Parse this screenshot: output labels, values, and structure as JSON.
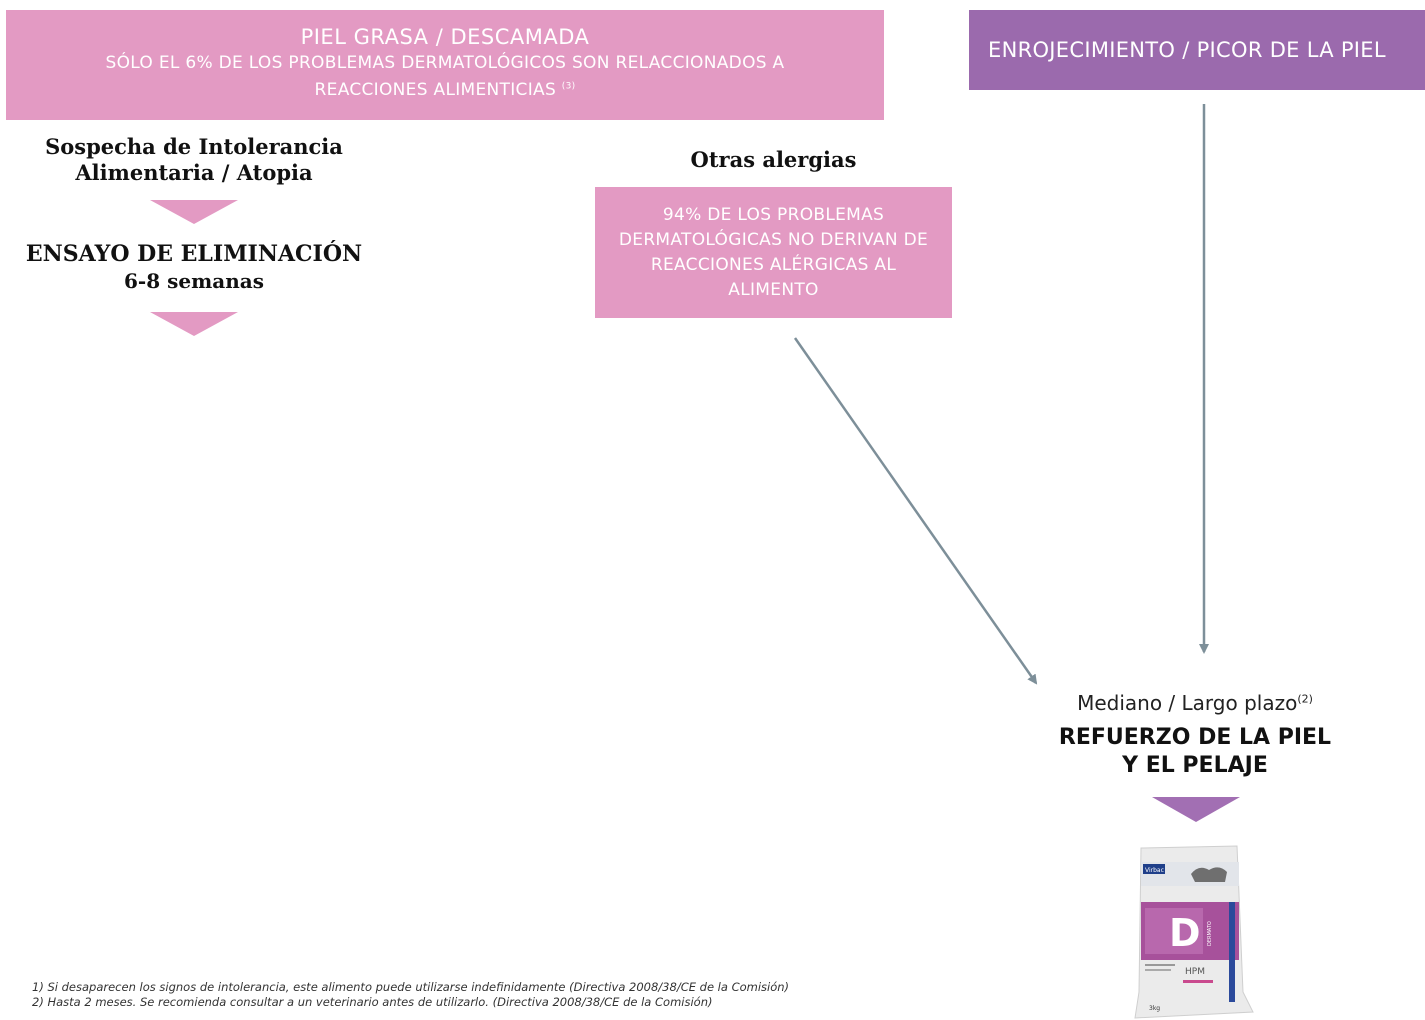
{
  "boxes": {
    "grasa_title": "PIEL GRASA / DESCAMADA",
    "grasa_sub": "SÓLO EL 6% DE LOS PROBLEMAS DERMATOLÓGICOS SON RELACCIONADOS A REACCIONES ALIMENTICIAS",
    "grasa_ref": "(3)",
    "enrojecimiento": "ENROJECIMIENTO / PICOR DE LA PIEL",
    "noventa_cuatro": "94% DE LOS PROBLEMAS DERMATOLÓGICAS NO DERIVAN DE REACCIONES ALÉRGICAS AL ALIMENTO"
  },
  "labels": {
    "sospecha_1": "Sospecha de Intolerancia",
    "sospecha_2": "Alimentaria / Atopia",
    "ensayo_1": "ENSAYO DE ELIMINACIÓN",
    "ensayo_2": "6-8 semanas",
    "otras": "Otras alergias",
    "mediano": "Mediano / Largo plazo",
    "mediano_ref": "(2)",
    "refuerzo_1": "REFUERZO DE LA PIEL",
    "refuerzo_2": "Y EL PELAJE"
  },
  "product": {
    "brand": "Virbac",
    "letter": "D",
    "side_text": "DERMATO",
    "line": "HPM",
    "weight": "3kg"
  },
  "colors": {
    "pink": "#e39ac3",
    "purple": "#9b6aad",
    "arrow": "#7d8f99"
  },
  "footnotes": [
    "1) Si desaparecen los signos de intolerancia, este alimento puede utilizarse indefinidamente (Directiva 2008/38/CE de la Comisión)",
    "2) Hasta 2 meses. Se recomienda consultar a un veterinario antes de utilizarlo. (Directiva 2008/38/CE de la Comisión)"
  ]
}
